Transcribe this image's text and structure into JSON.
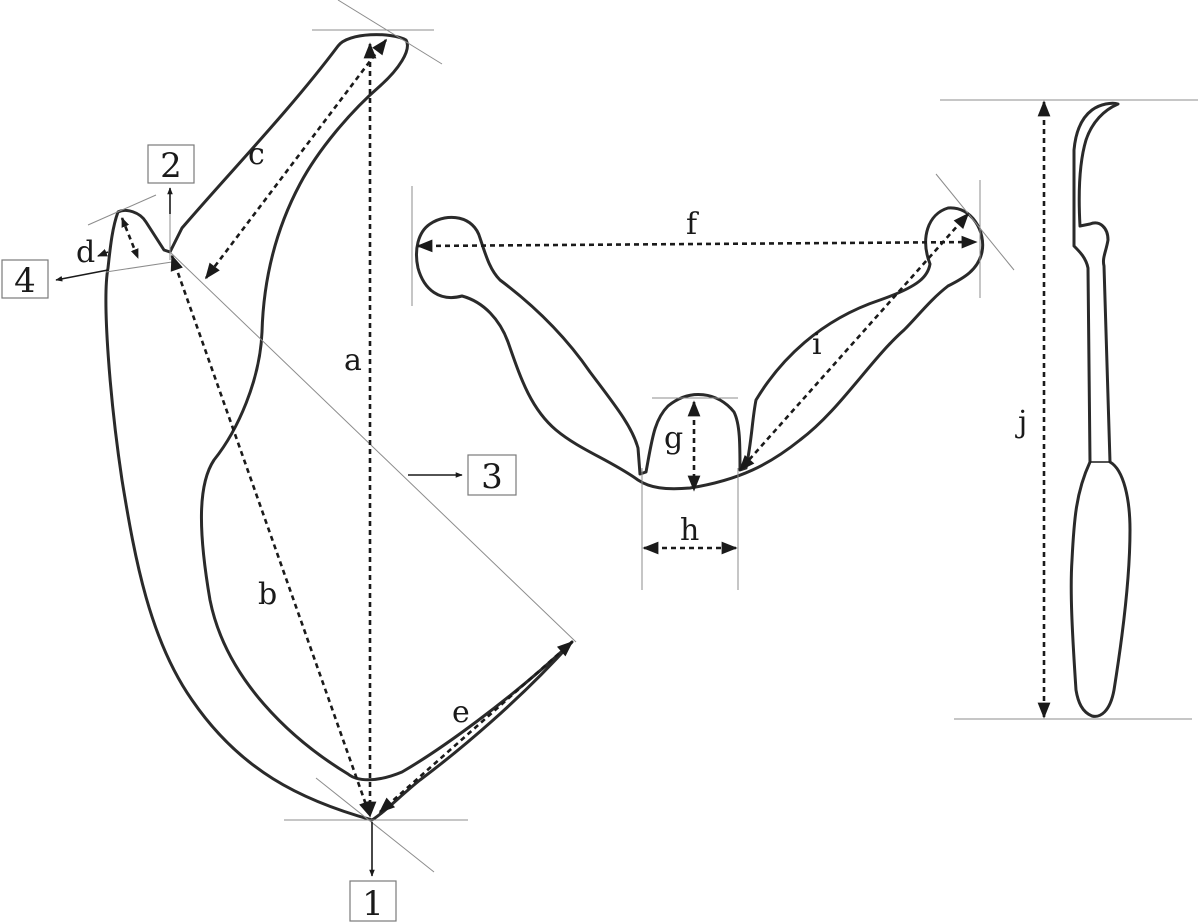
{
  "dimension_labels": {
    "a": "a",
    "b": "b",
    "c": "c",
    "d": "d",
    "e": "e",
    "f": "f",
    "g": "g",
    "h": "h",
    "i": "i",
    "j": "j"
  },
  "reference_markers": {
    "r1": "1",
    "r2": "2",
    "r3": "3",
    "r4": "4"
  },
  "colors": {
    "outline": "#2a2a2a",
    "dimension": "#1a1a1a",
    "guide": "#8c8c8c"
  }
}
